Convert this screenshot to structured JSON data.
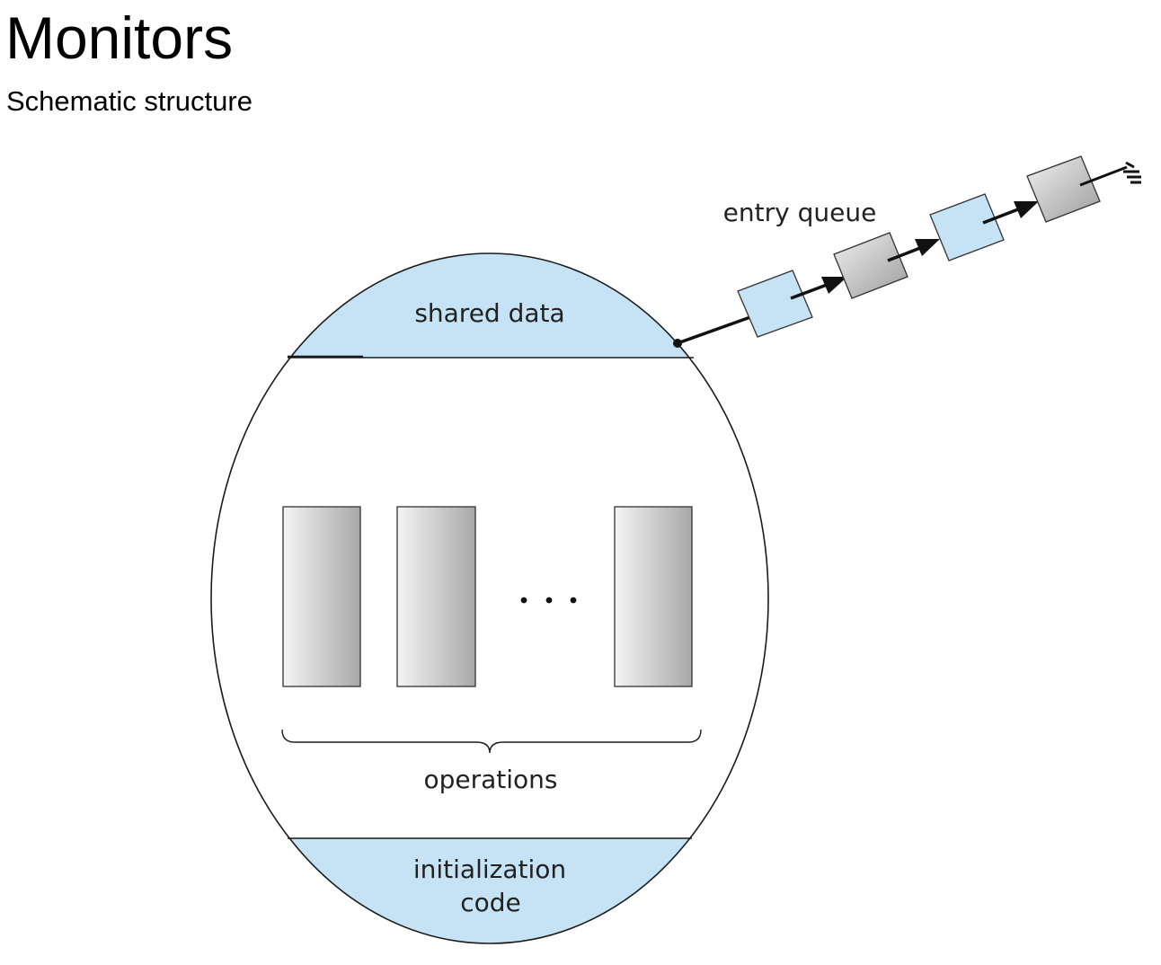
{
  "slide": {
    "title": "Monitors",
    "subtitle": "Schematic structure"
  },
  "diagram": {
    "labels": {
      "shared_data": "shared data",
      "entry_queue": "entry queue",
      "operations": "operations",
      "ellipsis": "• • •",
      "init_line1": "initialization",
      "init_line2": "code"
    },
    "colors": {
      "region_fill": "#c5e3f5",
      "outline": "#1a1a1a",
      "box_gray_dark": "#a9a9a9",
      "box_gray_light": "#f2f2f2"
    },
    "entry_queue_nodes": [
      "blue",
      "gray",
      "blue",
      "gray"
    ],
    "operation_count_shown": 3
  }
}
